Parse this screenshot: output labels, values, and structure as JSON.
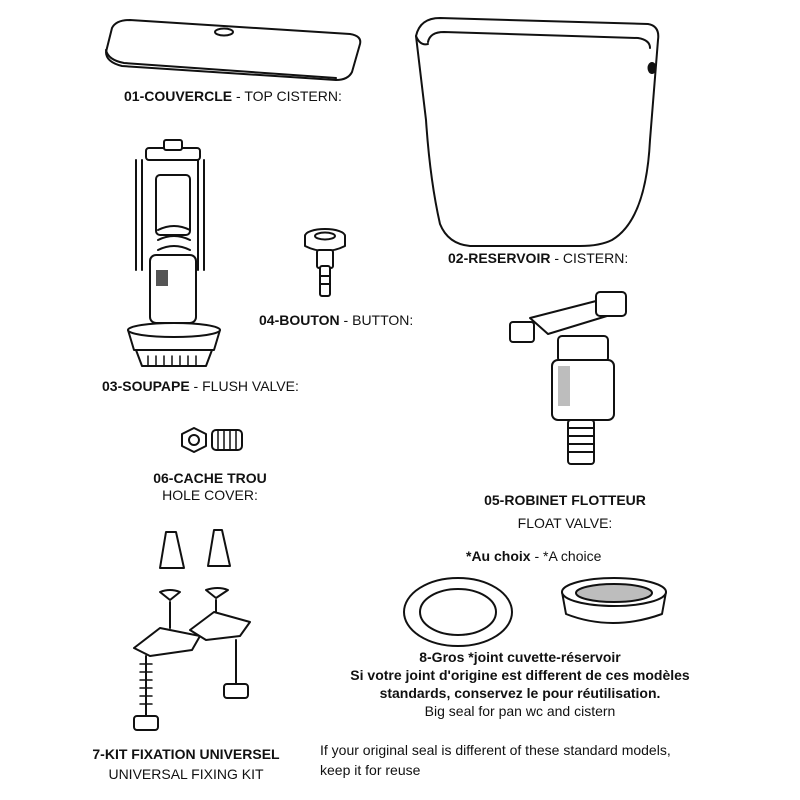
{
  "parts": {
    "couvercle": {
      "code": "01-COUVERCLE",
      "sep": " - ",
      "en": "TOP CISTERN:"
    },
    "reservoir": {
      "code": "02-RESERVOIR",
      "sep": " - ",
      "en": "CISTERN:"
    },
    "soupape": {
      "code": "03-SOUPAPE",
      "sep": " - ",
      "en": "FLUSH VALVE:"
    },
    "bouton": {
      "code": "04-BOUTON",
      "sep": " - ",
      "en": "BUTTON:"
    },
    "robinet": {
      "code": "05-ROBINET FLOTTEUR",
      "en": "FLOAT VALVE:"
    },
    "cache_trou": {
      "code": "06-CACHE TROU",
      "en": "HOLE COVER:"
    },
    "kit": {
      "code": "7-KIT FIXATION UNIVERSEL",
      "en": "UNIVERSAL FIXING KIT"
    },
    "choice": {
      "fr": "*Au choix",
      "sep": " - ",
      "en": "*A choice"
    },
    "seal": {
      "title": "8-Gros *joint cuvette-réservoir",
      "fr_line1": "Si votre joint d'origine est different de ces modèles",
      "fr_line2": "standards, conservez le pour réutilisation.",
      "en_line1": "Big seal for pan wc and cistern",
      "en_line2": "If your original seal is different of these standard models,",
      "en_line3": "keep it for reuse"
    }
  },
  "colors": {
    "ink": "#111111",
    "fill": "#ffffff",
    "shade": "#bdbdbd",
    "dark": "#555555"
  }
}
